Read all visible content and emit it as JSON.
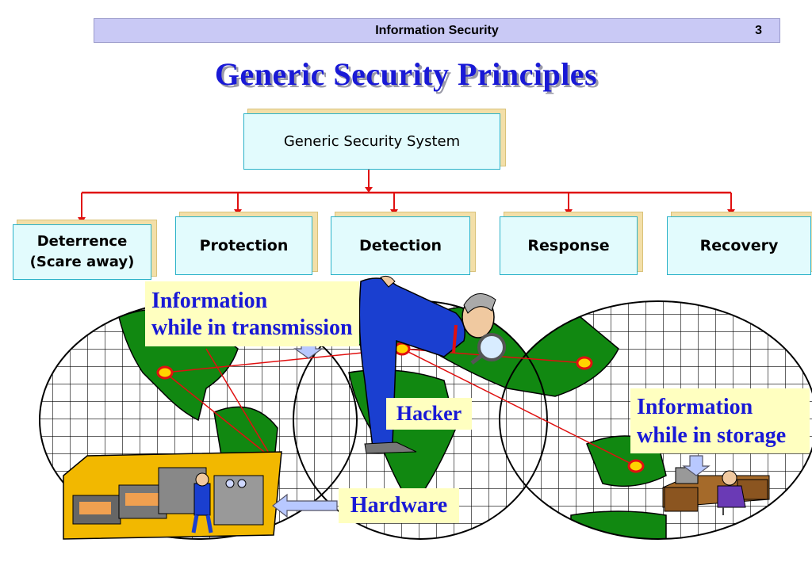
{
  "header": {
    "title": "Information Security",
    "page": "3"
  },
  "title": "Generic Security Principles",
  "root": "Generic Security System",
  "principles": [
    {
      "lines": [
        "Deterrence",
        "(Scare away)"
      ]
    },
    {
      "lines": [
        "Protection"
      ]
    },
    {
      "lines": [
        "Detection"
      ]
    },
    {
      "lines": [
        "Response"
      ]
    },
    {
      "lines": [
        "Recovery"
      ]
    }
  ],
  "labels": {
    "transmission": [
      "Information",
      "while in transmission"
    ],
    "hacker": "Hacker",
    "storage": [
      "Information",
      "while in storage"
    ],
    "hardware": "Hardware"
  },
  "colors": {
    "accent": "#1919d6",
    "connector": "#e01010",
    "box_fill": "#e2fbfd",
    "label_fill": "#ffffc0",
    "land": "#118811"
  }
}
